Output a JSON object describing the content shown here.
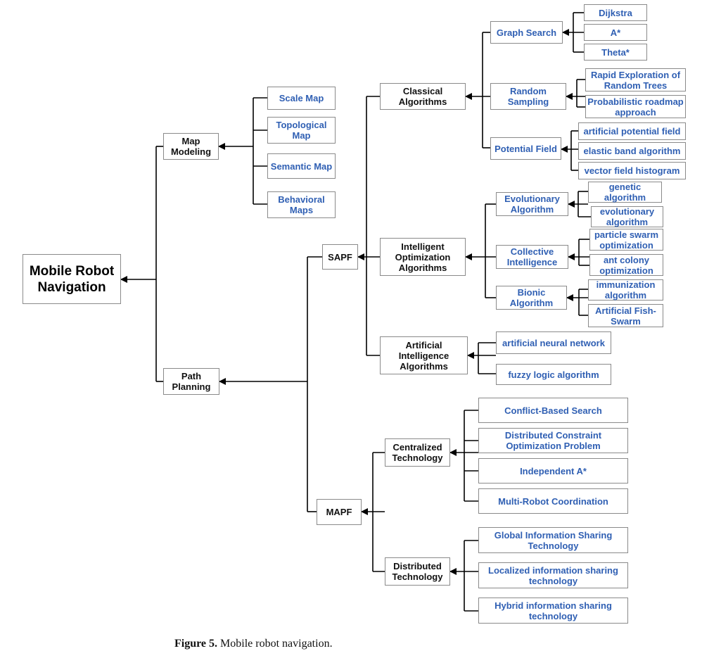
{
  "root": "Mobile Robot\nNavigation",
  "map_modeling": {
    "label": "Map\nModeling",
    "items": [
      "Scale Map",
      "Topological\nMap",
      "Semantic Map",
      "Behavioral\nMaps"
    ]
  },
  "path_planning": {
    "label": "Path\nPlanning"
  },
  "sapf": {
    "label": "SAPF",
    "classical": {
      "label": "Classical\nAlgorithms",
      "graph_search": {
        "label": "Graph Search",
        "items": [
          "Dijkstra",
          "A*",
          "Theta*"
        ]
      },
      "random_sampling": {
        "label": "Random\nSampling",
        "items": [
          "Rapid Exploration of\nRandom Trees",
          "Probabilistic roadmap\napproach"
        ]
      },
      "potential_field": {
        "label": "Potential Field",
        "items": [
          "artificial potential field",
          "elastic band algorithm",
          "vector field histogram"
        ]
      }
    },
    "intelligent": {
      "label": "Intelligent\nOptimization\nAlgorithms",
      "evolutionary": {
        "label": "Evolutionary\nAlgorithm",
        "items": [
          "genetic\nalgorithm",
          "evolutionary\nalgorithm"
        ]
      },
      "collective": {
        "label": "Collective\nIntelligence",
        "items": [
          "particle swarm\noptimization",
          "ant colony\noptimization"
        ]
      },
      "bionic": {
        "label": "Bionic\nAlgorithm",
        "items": [
          "immunization\nalgorithm",
          "Artificial Fish-\nSwarm"
        ]
      }
    },
    "ai": {
      "label": "Artificial\nIntelligence\nAlgorithms",
      "items": [
        "artificial neural network",
        "fuzzy logic algorithm"
      ]
    }
  },
  "mapf": {
    "label": "MAPF",
    "centralized": {
      "label": "Centralized\nTechnology",
      "items": [
        "Conflict-Based Search",
        "Distributed Constraint\nOptimization Problem",
        "Independent A*",
        "Multi-Robot Coordination"
      ]
    },
    "distributed": {
      "label": "Distributed\nTechnology",
      "items": [
        "Global Information Sharing\nTechnology",
        "Localized information sharing\ntechnology",
        "Hybrid information sharing\ntechnology"
      ]
    }
  },
  "caption": {
    "label": "Figure 5.",
    "text": "Mobile robot navigation."
  }
}
